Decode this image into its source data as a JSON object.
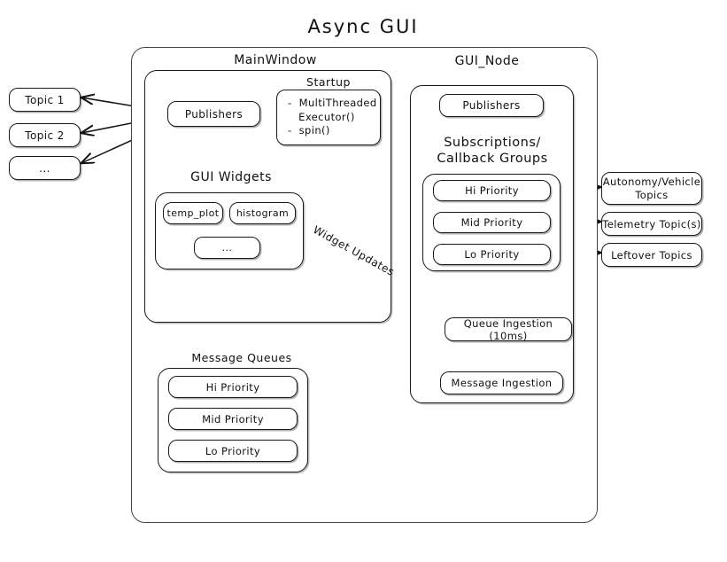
{
  "diagram": {
    "title": "Async  GUI",
    "type": "architecture-block-diagram"
  },
  "external_topics_left": [
    {
      "label": "Topic 1"
    },
    {
      "label": "Topic 2"
    },
    {
      "label": "..."
    }
  ],
  "external_topics_right": [
    {
      "label": "Autonomy/Vehicle\nTopics"
    },
    {
      "label": "Telemetry Topic(s)"
    },
    {
      "label": "Leftover Topics"
    }
  ],
  "main_window": {
    "title": "MainWindow",
    "publishers_label": "Publishers",
    "startup": {
      "title": "Startup",
      "items": "-  MultiThreaded\n   Executor()\n-  spin()"
    },
    "gui_widgets": {
      "title": "GUI Widgets",
      "widgets": [
        {
          "label": "temp_plot"
        },
        {
          "label": "histogram"
        },
        {
          "label": "..."
        }
      ]
    }
  },
  "gui_node": {
    "title": "GUI_Node",
    "publishers_label": "Publishers",
    "subscriptions": {
      "title": "Subscriptions/\nCallback Groups",
      "groups": [
        {
          "label": "Hi Priority"
        },
        {
          "label": "Mid Priority"
        },
        {
          "label": "Lo Priority"
        }
      ]
    },
    "queue_ingestion_label": "Queue Ingestion (10ms)",
    "message_ingestion_label": "Message Ingestion"
  },
  "message_queues": {
    "title": "Message Queues",
    "queues": [
      {
        "label": "Hi Priority"
      },
      {
        "label": "Mid Priority"
      },
      {
        "label": "Lo Priority"
      }
    ]
  },
  "edges": {
    "widget_updates_label": "Widget Updates"
  },
  "colors": {
    "stroke": "#1a1a1a",
    "background": "#ffffff",
    "text": "#111111"
  }
}
